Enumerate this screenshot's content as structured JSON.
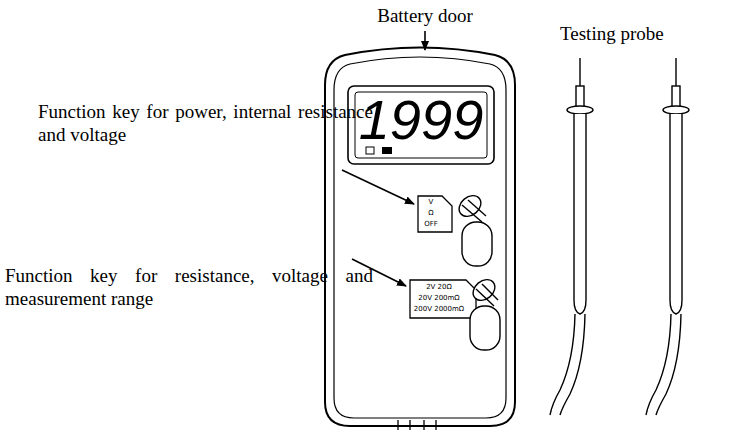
{
  "diagram": {
    "labels": [
      "Battery door",
      "Function key for power, internal resistance and voltage",
      "Function key for resistance, voltage and measurement range",
      "Testing probe",
      "1999",
      "V",
      "Ω",
      "OFF",
      "2V 20Ω",
      "20V 200mΩ",
      "200V 2000mΩ"
    ]
  }
}
